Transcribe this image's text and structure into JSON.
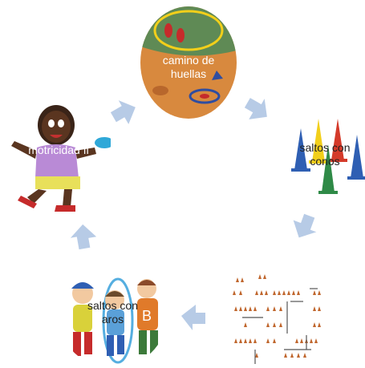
{
  "colors": {
    "arrow": "#b7cbe6",
    "floor_orange": "#d8893e",
    "floor_green": "#5f8a55",
    "cone_yellow": "#f2cf1a",
    "cone_red": "#d43a2a",
    "cone_blue": "#2f5fb3",
    "cone_green": "#2f8a47",
    "small_cone": "#c0662d"
  },
  "cycle": [
    {
      "id": "footprints",
      "label": "camino de huellas",
      "image": "footprints-track-photo"
    },
    {
      "id": "cones",
      "label": "saltos con conos",
      "image": "colored-cones-photo"
    },
    {
      "id": "course",
      "label": "",
      "image": "cone-course-layout"
    },
    {
      "id": "hoops",
      "label": "saltos con aros",
      "image": "kids-jumping-hoop-illustration"
    },
    {
      "id": "child",
      "label": "motricidad fi",
      "image": "child-throwing-frisbee-illustration"
    }
  ],
  "connector_icon": "chevron-arrow-icon"
}
